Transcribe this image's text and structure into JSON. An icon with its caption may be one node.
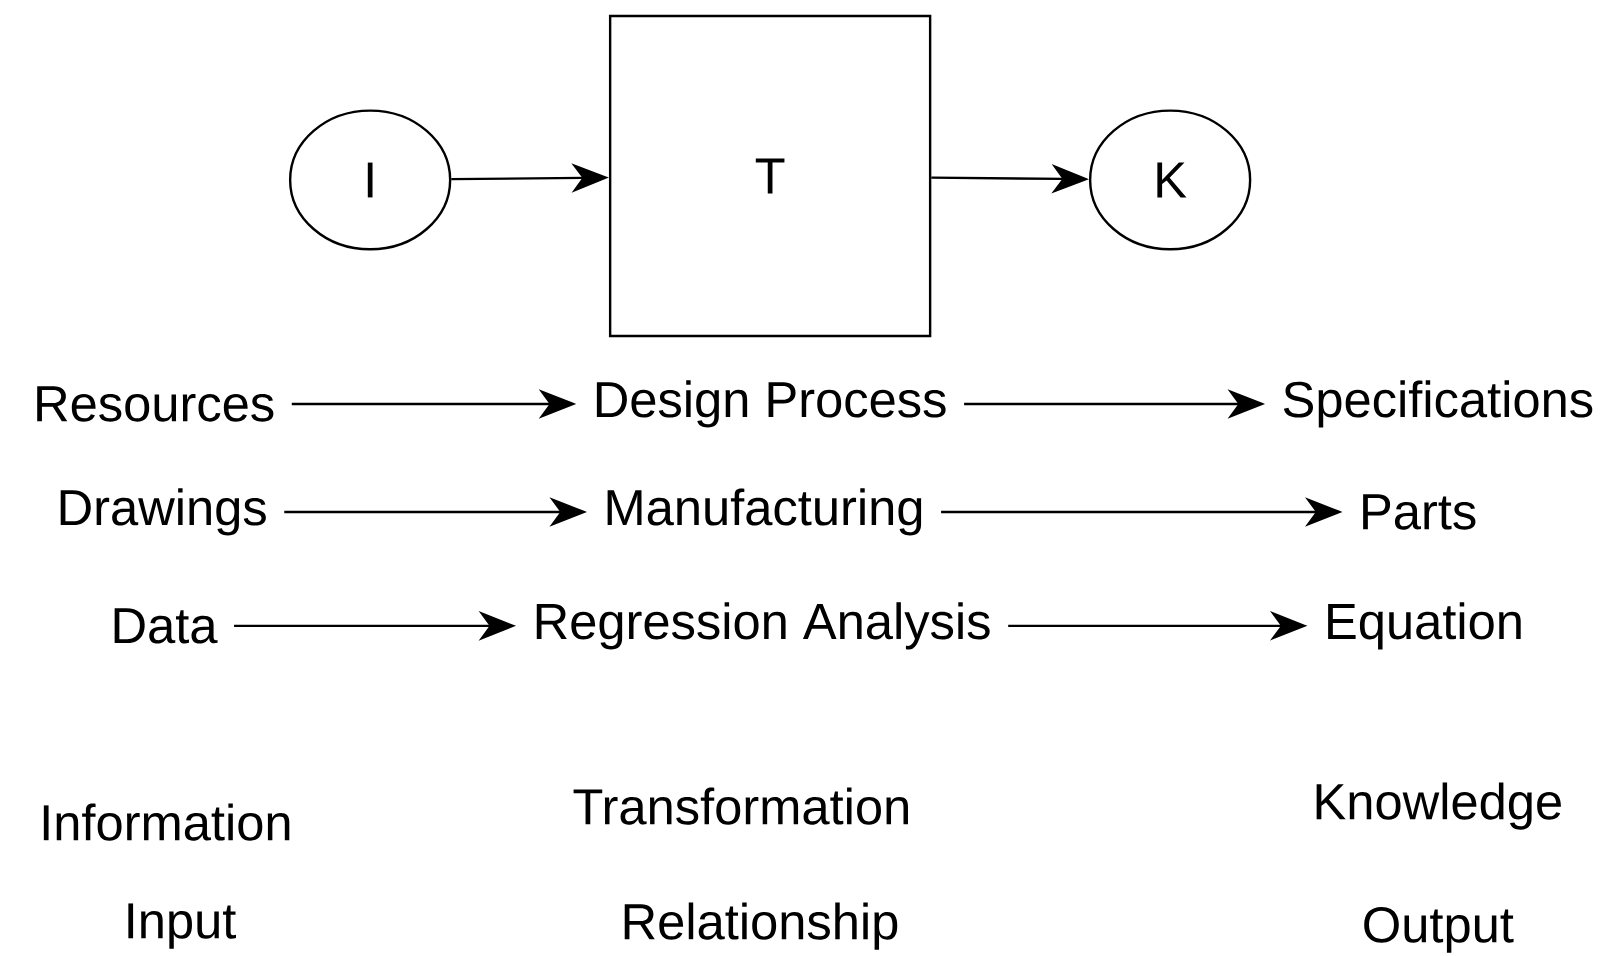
{
  "diagram": {
    "nodes": [
      {
        "text": [
          "I"
        ]
      },
      {
        "text": [
          "T"
        ]
      },
      {
        "text": [
          "K"
        ]
      },
      {
        "text": [
          "Resources"
        ]
      },
      {
        "text": [
          "Design Process"
        ]
      },
      {
        "text": [
          "Specifications"
        ]
      },
      {
        "text": [
          "Drawings"
        ]
      },
      {
        "text": [
          "Manufacturing"
        ]
      },
      {
        "text": [
          "Parts"
        ]
      },
      {
        "text": [
          "Data"
        ]
      },
      {
        "text": [
          "Regression Analysis"
        ]
      },
      {
        "text": [
          "Equation"
        ]
      }
    ],
    "edges": [
      {
        "from": 0,
        "to": 1,
        "arrow": "to"
      },
      {
        "from": 1,
        "to": 2,
        "arrow": "to"
      },
      {
        "from": 3,
        "to": 4,
        "arrow": "to"
      },
      {
        "from": 4,
        "to": 5,
        "arrow": "to"
      },
      {
        "from": 6,
        "to": 7,
        "arrow": "to"
      },
      {
        "from": 7,
        "to": 8,
        "arrow": "to"
      },
      {
        "from": 9,
        "to": 10,
        "arrow": "to"
      },
      {
        "from": 10,
        "to": 11,
        "arrow": "to"
      }
    ],
    "labels": [
      "Information",
      "Transformation",
      "Knowledge",
      "Input",
      "Relationship",
      "Output"
    ]
  }
}
